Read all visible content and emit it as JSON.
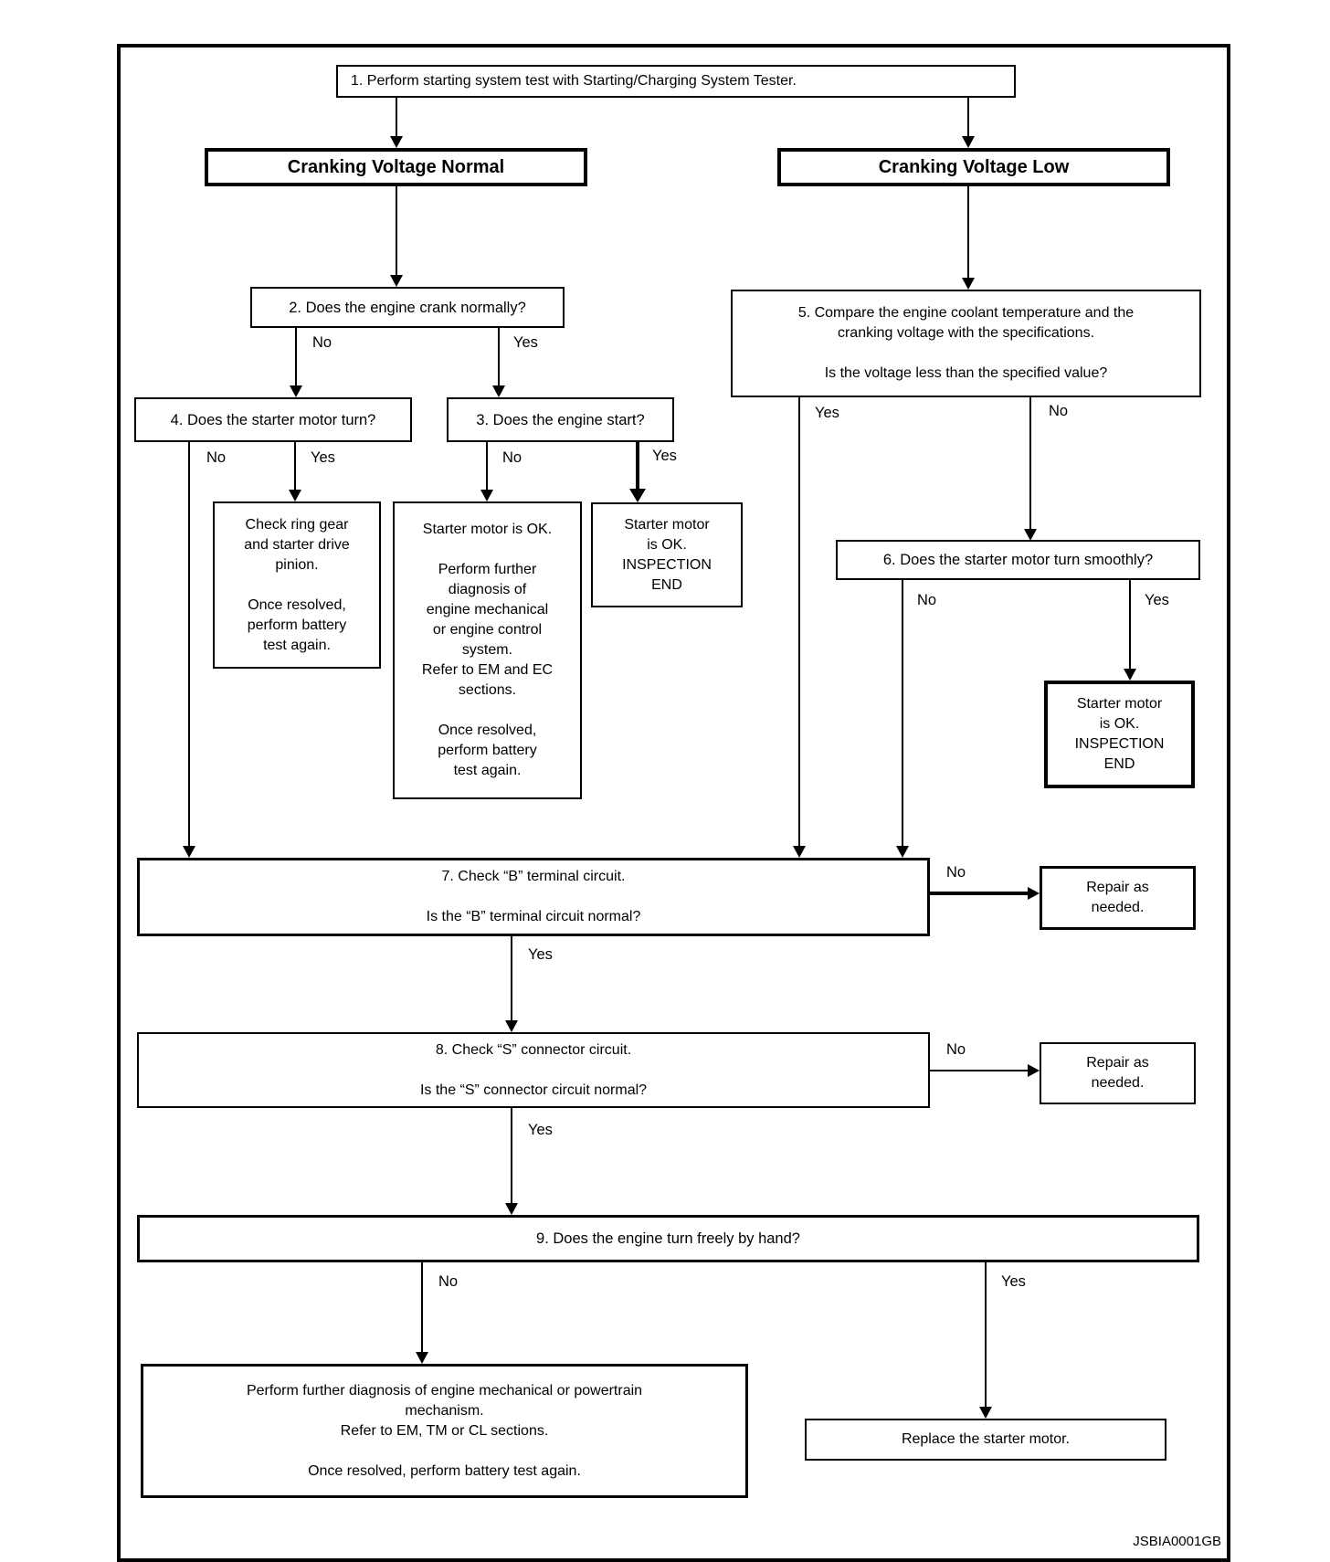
{
  "diagram_code": "JSBIA0001GB",
  "nodes": {
    "step1": {
      "text": "1. Perform starting system test with Starting/Charging System Tester."
    },
    "branch_normal": {
      "text": "Cranking Voltage Normal"
    },
    "branch_low": {
      "text": "Cranking Voltage Low"
    },
    "step2": {
      "text": "2. Does the engine crank normally?"
    },
    "step4": {
      "text": "4. Does the starter motor turn?"
    },
    "step3": {
      "text": "3. Does the engine start?"
    },
    "check_ring_gear": {
      "lines": [
        "Check ring gear",
        "and starter drive",
        "pinion.",
        "",
        "Once resolved,",
        "perform battery",
        "test again."
      ]
    },
    "starter_ok_diagnose": {
      "lines": [
        "Starter motor is OK.",
        "",
        "Perform further",
        "diagnosis of",
        "engine mechanical",
        "or engine control",
        "system.",
        "Refer to EM and EC",
        "sections.",
        "",
        "Once resolved,",
        "perform battery",
        "test again."
      ]
    },
    "inspection_end_1": {
      "lines": [
        "Starter motor",
        "is OK.",
        "INSPECTION",
        "END"
      ]
    },
    "step5": {
      "lines": [
        "5. Compare the engine coolant temperature and the",
        "cranking voltage with the specifications.",
        "",
        "Is the voltage less than the specified value?"
      ]
    },
    "step6": {
      "text": "6. Does the starter motor turn smoothly?"
    },
    "inspection_end_2": {
      "lines": [
        "Starter motor",
        "is OK.",
        "INSPECTION",
        "END"
      ]
    },
    "step7": {
      "lines": [
        "7. Check “B” terminal circuit.",
        "",
        "Is the “B” terminal circuit normal?"
      ]
    },
    "repair_1": {
      "lines": [
        "Repair as",
        "needed."
      ]
    },
    "step8": {
      "lines": [
        "8. Check “S” connector circuit.",
        "",
        "Is the “S” connector circuit normal?"
      ]
    },
    "repair_2": {
      "lines": [
        "Repair as",
        "needed."
      ]
    },
    "step9": {
      "text": "9. Does the engine turn freely by hand?"
    },
    "further_diagnosis": {
      "lines": [
        "Perform further diagnosis of engine mechanical or powertrain",
        "mechanism.",
        "Refer to EM, TM or CL sections.",
        "",
        "Once resolved, perform battery test again."
      ]
    },
    "replace_starter": {
      "text": "Replace the starter motor."
    }
  },
  "edge_labels": {
    "step2_no": "No",
    "step2_yes": "Yes",
    "step4_no": "No",
    "step4_yes": "Yes",
    "step3_no": "No",
    "step3_yes": "Yes",
    "step5_yes": "Yes",
    "step5_no": "No",
    "step6_no": "No",
    "step6_yes": "Yes",
    "step7_no": "No",
    "step7_yes": "Yes",
    "step8_no": "No",
    "step8_yes": "Yes",
    "step9_no": "No",
    "step9_yes": "Yes"
  }
}
